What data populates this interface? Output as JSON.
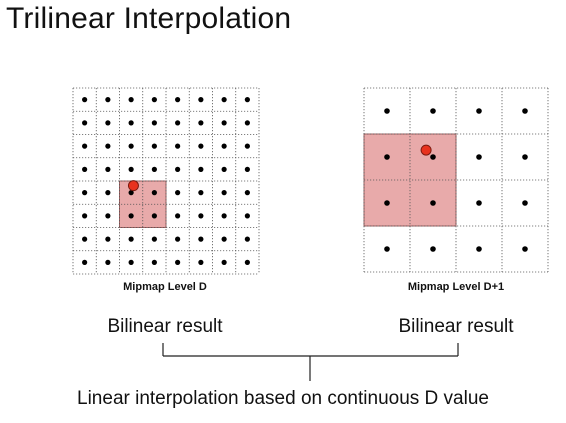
{
  "title": "Trilinear Interpolation",
  "levels": [
    {
      "caption": "Mipmap Level D",
      "grid_size": 8,
      "highlight": {
        "col": 2,
        "row": 4,
        "span": 2
      },
      "sample": {
        "col": 2.6,
        "row": 4.2
      }
    },
    {
      "caption": "Mipmap Level D+1",
      "grid_size": 4,
      "highlight": {
        "col": 0,
        "row": 1,
        "span": 2
      },
      "sample": {
        "col": 1.35,
        "row": 1.35
      }
    }
  ],
  "bilinear_left": "Bilinear result",
  "bilinear_right": "Bilinear result",
  "linear_label": "Linear interpolation based on continuous D value",
  "colors": {
    "highlight": "#e8aaaa",
    "highlight_border": "#a06060",
    "sample": "#e8321e",
    "dot": "#000000",
    "grid": "#555555"
  }
}
